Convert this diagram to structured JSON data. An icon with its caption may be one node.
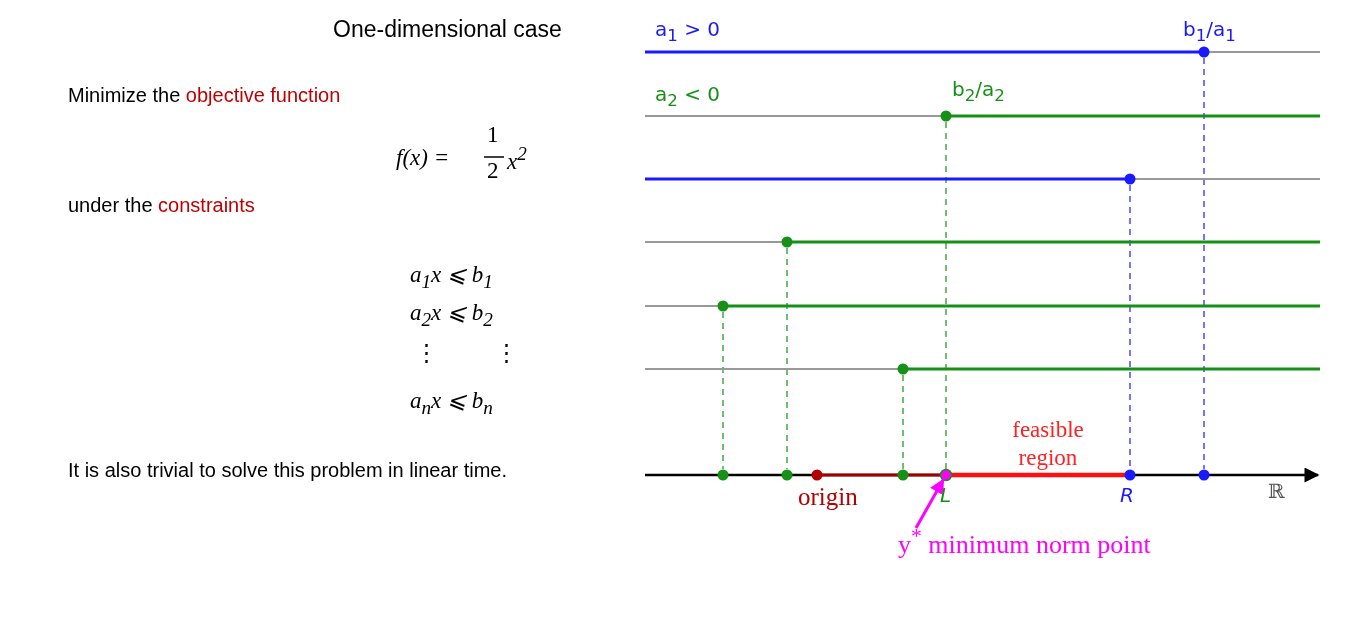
{
  "diagram": {
    "title": "One-dimensional case",
    "nodes": [
      {
        "text": [
          "y$^{*}$ minimum norm point"
        ]
      },
      {
        "text": [],
        "shape": "circle"
      }
    ],
    "edges": [
      {
        "from": 0,
        "to": 1,
        "arrow": "to"
      }
    ],
    "labels": [
      "Minimize the **objective function**",
      "f(x) =",
      "1",
      "2",
      "x$^{2}$",
      "under the **constraints**",
      "a$_{1}$x ⩽ b$_{1}$",
      "a$_{2}$x ⩽ b$_{2}$",
      "⋮",
      "⋮",
      "a$_{n}$x ⩽ b$_{n}$",
      "It is also trivial to solve this problem in linear time.",
      "a$_{1}$ > 0",
      "b$_{1}$/a$_{1}$",
      "a$_{2}$ < 0",
      "b$_{2}$/a$_{2}$",
      "feasible region",
      "origin",
      "L",
      "R",
      "ℝ"
    ]
  }
}
